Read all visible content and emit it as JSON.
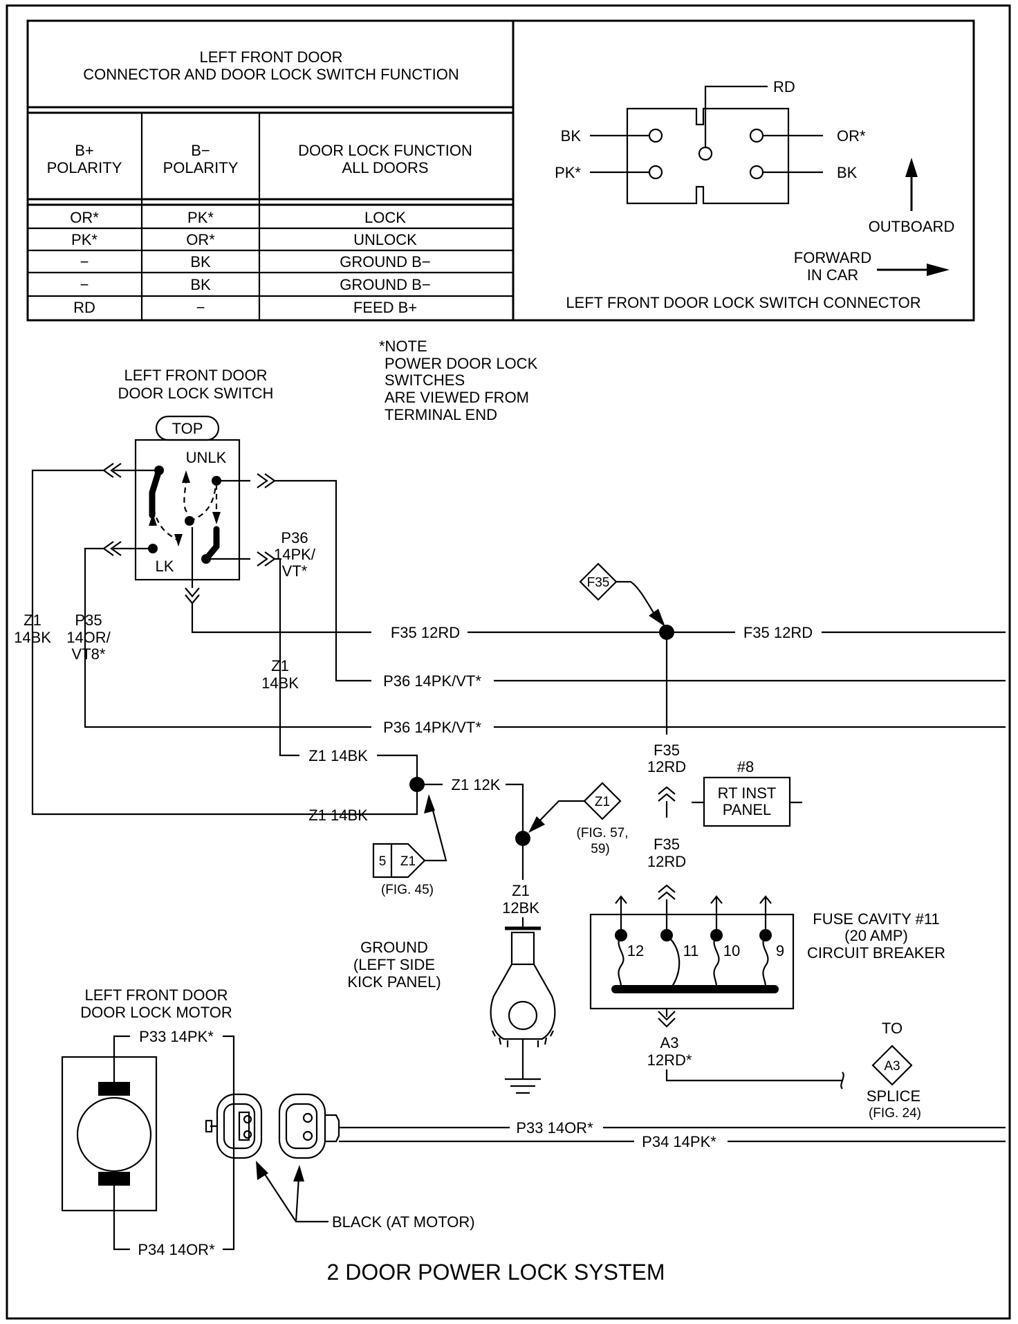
{
  "table": {
    "title_line1": "LEFT FRONT DOOR",
    "title_line2": "CONNECTOR AND DOOR LOCK SWITCH FUNCTION",
    "headers": [
      {
        "line1": "B+",
        "line2": "POLARITY"
      },
      {
        "line1": "B−",
        "line2": "POLARITY"
      },
      {
        "line1": "DOOR LOCK FUNCTION",
        "line2": "ALL DOORS"
      }
    ],
    "rows": [
      [
        "OR*",
        "PK*",
        "LOCK"
      ],
      [
        "PK*",
        "OR*",
        "UNLOCK"
      ],
      [
        "−",
        "BK",
        "GROUND B−"
      ],
      [
        "−",
        "BK",
        "GROUND B−"
      ],
      [
        "RD",
        "−",
        "FEED B+"
      ]
    ]
  },
  "connector": {
    "caption": "LEFT FRONT DOOR LOCK SWITCH CONNECTOR",
    "pins": {
      "top": "RD",
      "left_top": "BK",
      "left_bottom": "PK*",
      "right_top": "OR*",
      "right_bottom": "BK"
    },
    "outboard": "OUTBOARD",
    "forward_line1": "FORWARD",
    "forward_line2": "IN CAR"
  },
  "note": {
    "line1": "*NOTE",
    "line2": "POWER DOOR LOCK",
    "line3": "SWITCHES",
    "line4": "ARE VIEWED FROM",
    "line5": "TERMINAL END"
  },
  "switch": {
    "title_line1": "LEFT FRONT DOOR",
    "title_line2": "DOOR LOCK SWITCH",
    "top": "TOP",
    "unlk": "UNLK",
    "lk": "LK"
  },
  "wires": {
    "p36_line1": "P36",
    "p36_line2": "14PK/",
    "p36_line3": "VT*",
    "p35_line1": "P35",
    "p35_line2": "14OR/",
    "p35_line3": "VT8*",
    "z1_left_line1": "Z1",
    "z1_left_line2": "14BK",
    "z1_mid_line1": "Z1",
    "z1_mid_line2": "14BK",
    "f35_a": "F35 12RD",
    "f35_b": "F35 12RD",
    "p36_a": "P36 14PK/VT*",
    "p36_b": "P36 14PK/VT*",
    "z1_a": "Z1 14BK",
    "z1_b": "Z1 14BK",
    "z1_12k": "Z1 12K",
    "f35_v1_line1": "F35",
    "f35_v1_line2": "12RD",
    "f35_v2_line1": "F35",
    "f35_v2_line2": "12RD",
    "z1_v_line1": "Z1",
    "z1_v_line2": "12BK",
    "a3_line1": "A3",
    "a3_line2": "12RD*",
    "p33_or": "P33 14OR*",
    "p34_pk": "P34 14PK*",
    "p33_pk": "P33 14PK*",
    "p34_or": "P34 14OR*"
  },
  "refs": {
    "f35_diamond": "F35",
    "z1_diamond": "Z1",
    "z1_fig_line1": "(FIG. 57,",
    "z1_fig_line2": "59)",
    "z1_5_num": "5",
    "z1_5_diamond": "Z1",
    "fig45": "(FIG. 45)",
    "a3_diamond": "A3",
    "to": "TO",
    "splice": "SPLICE",
    "fig24": "(FIG. 24)"
  },
  "rt_panel": {
    "num": "#8",
    "line1": "RT INST",
    "line2": "PANEL"
  },
  "fuse": {
    "line1": "FUSE CAVITY #11",
    "line2": "(20 AMP)",
    "line3": "CIRCUIT BREAKER",
    "terminals": [
      "12",
      "11",
      "10",
      "9"
    ]
  },
  "ground": {
    "line1": "GROUND",
    "line2": "(LEFT SIDE",
    "line3": "KICK PANEL)"
  },
  "motor": {
    "title_line1": "LEFT FRONT DOOR",
    "title_line2": "DOOR LOCK MOTOR"
  },
  "black_label": "BLACK (AT MOTOR)",
  "main_title": "2 DOOR POWER LOCK SYSTEM"
}
